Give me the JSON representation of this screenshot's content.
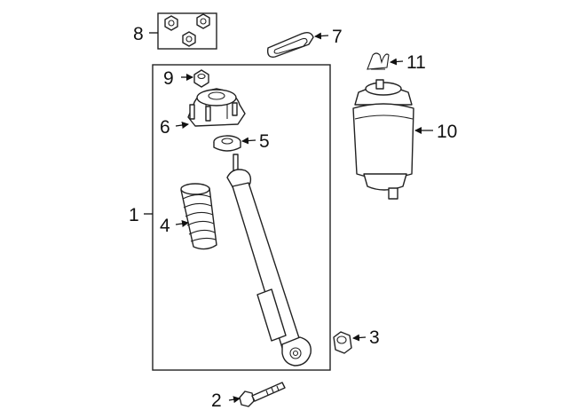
{
  "callouts": {
    "c1": "1",
    "c2": "2",
    "c3": "3",
    "c4": "4",
    "c5": "5",
    "c6": "6",
    "c7": "7",
    "c8": "8",
    "c9": "9",
    "c10": "10",
    "c11": "11"
  },
  "colors": {
    "line": "#222222",
    "background": "#ffffff"
  }
}
